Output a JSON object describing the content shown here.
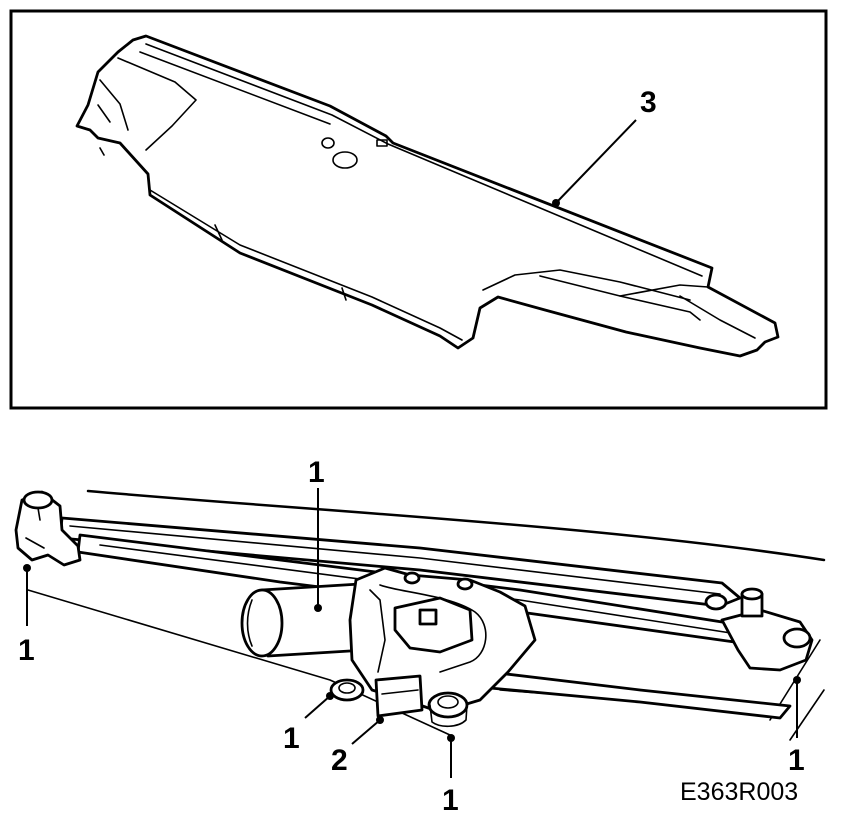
{
  "callouts": {
    "cover_part": "3",
    "motor": "1",
    "left_mount": "1",
    "bolt_left": "1",
    "connector": "2",
    "bolt_right": "1",
    "right_mount": "1"
  },
  "figure_code": "E363R003"
}
